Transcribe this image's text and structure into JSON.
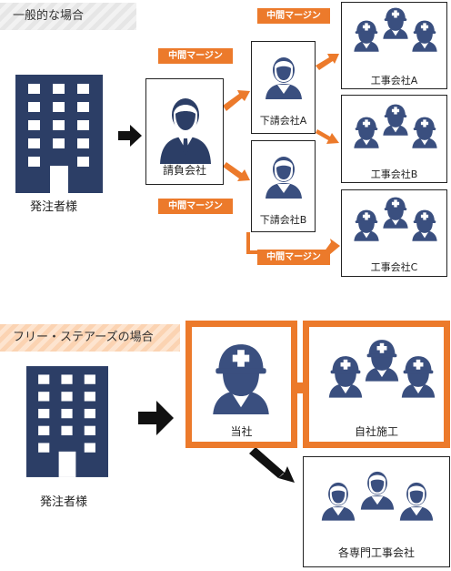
{
  "section1": {
    "title": "一般的な場合",
    "client_label": "発注者様",
    "contractor_label": "請負会社",
    "sub_a_label": "下請会社A",
    "sub_b_label": "下請会社B",
    "works": [
      {
        "label": "工事会社A"
      },
      {
        "label": "工事会社B"
      },
      {
        "label": "工事会社C"
      }
    ],
    "margin_label": "中間マージン"
  },
  "section2": {
    "title": "フリー・ステアーズの場合",
    "client_label": "発注者様",
    "own_label": "当社",
    "own_construction_label": "自社施工",
    "specialist_label": "各専門工事会社"
  },
  "colors": {
    "accent": "#ec7a2b",
    "navy": "#2c3e66",
    "worker": "#3a4f7f"
  }
}
